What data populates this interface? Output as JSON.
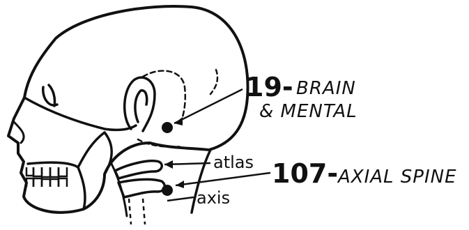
{
  "labels": {
    "point_19_number": "19-",
    "point_19_name_line1": "BRAIN",
    "point_19_name_line2": "& MENTAL",
    "point_107_number": "107-",
    "point_107_name": "AXIAL SPINE",
    "atlas": "atlas",
    "axis": "axis"
  },
  "colors": {
    "ink": "#111111",
    "paper": "#ffffff"
  }
}
